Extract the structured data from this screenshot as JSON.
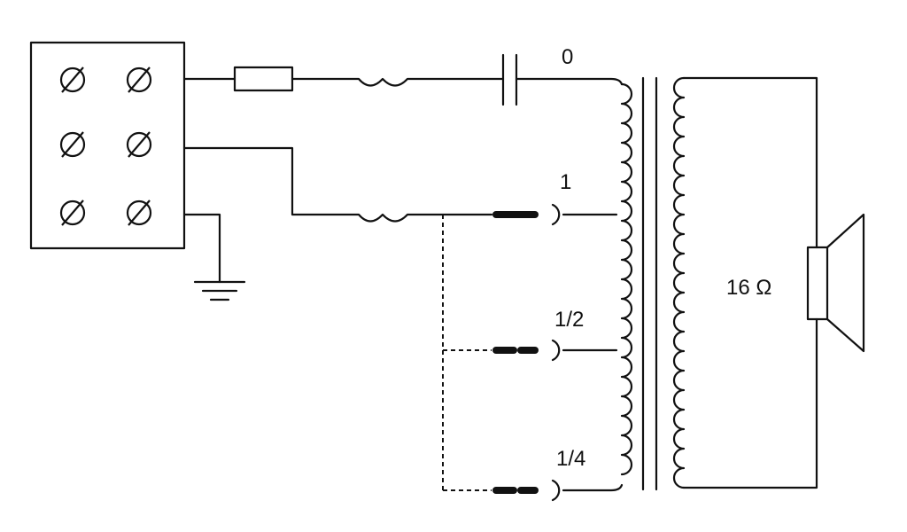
{
  "diagram": {
    "taps": [
      {
        "label": "0"
      },
      {
        "label": "1"
      },
      {
        "label": "1/2"
      },
      {
        "label": "1/4"
      }
    ],
    "speaker": {
      "impedance_label": "16 Ω"
    },
    "terminal_block": {
      "screws": 6
    },
    "colors": {
      "ink": "#111111",
      "background": "#ffffff"
    }
  }
}
